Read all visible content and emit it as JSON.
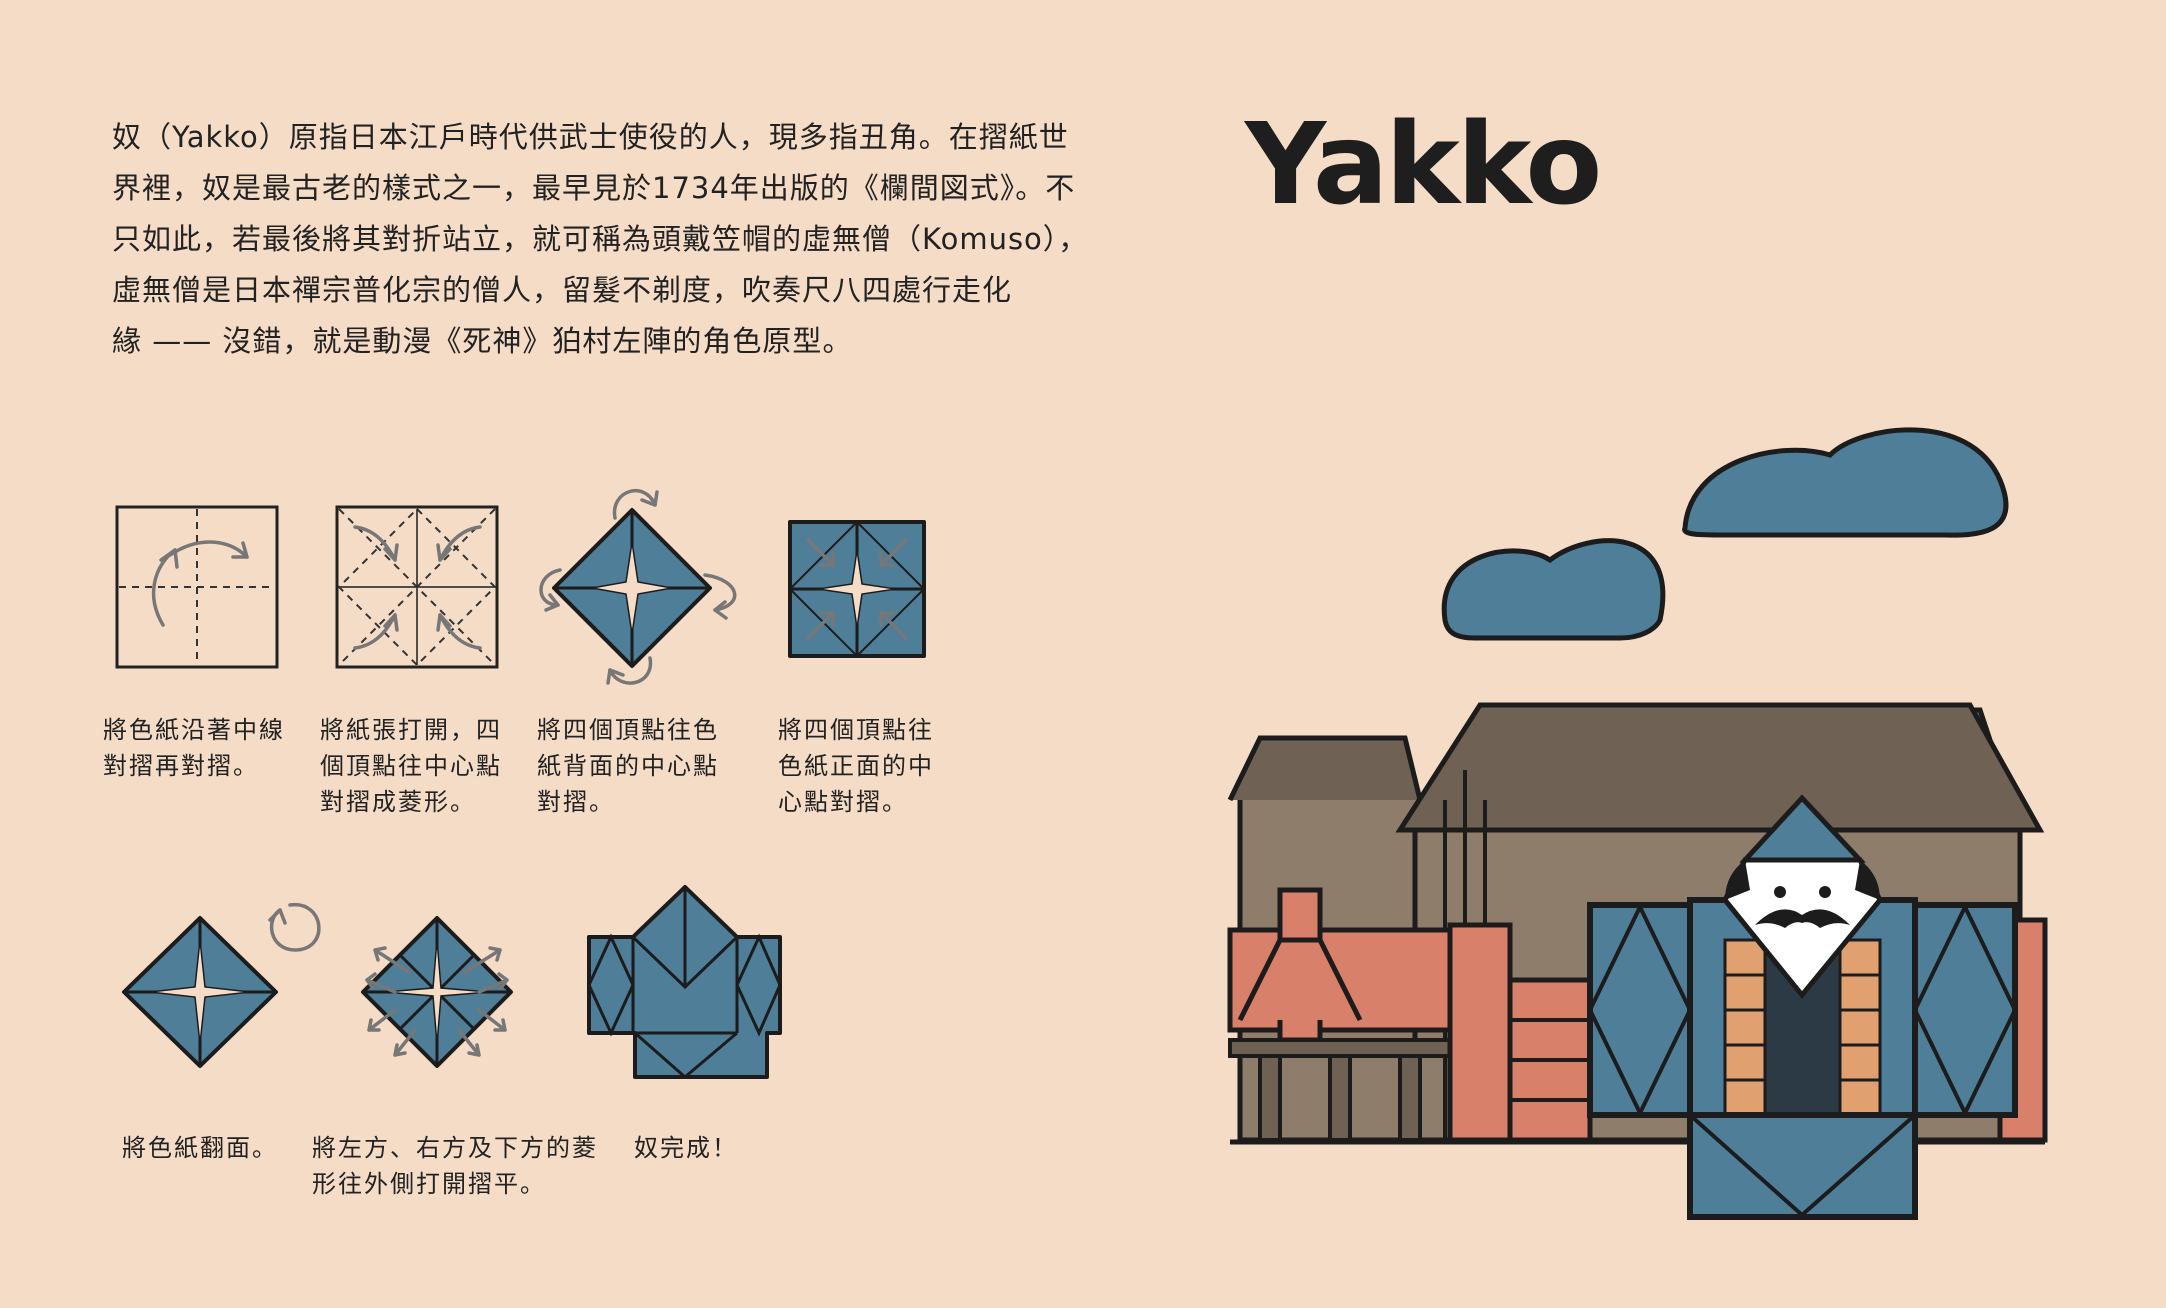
{
  "intro": {
    "lines": [
      "奴（Yakko）原指日本江戶時代供武士使役的人，現多指丑角。在摺紙世",
      "界裡，奴是最古老的樣式之一，最早見於1734年出版的《欄間図式》。不",
      "只如此，若最後將其對折站立，就可稱為頭戴笠帽的虛無僧（Komuso），",
      "虛無僧是日本禪宗普化宗的僧人，留髮不剃度，吹奏尺八四處行走化",
      "緣 —— 沒錯，就是動漫《死神》狛村左陣的角色原型。"
    ]
  },
  "title": "Yakko",
  "steps": [
    {
      "lines": [
        "將色紙沿著中線",
        "對摺再對摺。"
      ]
    },
    {
      "lines": [
        "將紙張打開，四",
        "個頂點往中心點",
        "對摺成菱形。"
      ]
    },
    {
      "lines": [
        "將四個頂點往色",
        "紙背面的中心點",
        "對摺。"
      ]
    },
    {
      "lines": [
        "將四個頂點往",
        "色紙正面的中",
        "心點對摺。"
      ]
    },
    {
      "lines": [
        "將色紙翻面。"
      ]
    },
    {
      "lines": [
        "將左方、右方及下方的菱",
        "形往外側打開摺平。"
      ]
    },
    {
      "lines": [
        "奴完成！"
      ]
    }
  ],
  "colors": {
    "background": "#f5dcc7",
    "paper_blue": "#4e7e98",
    "bridge_red": "#d9806a",
    "building_brown": "#8f7d6c",
    "roof_brown": "#6f6153"
  },
  "illustration": {
    "icons": [
      "cloud-icon",
      "building-icon",
      "bridge-icon",
      "yakko-figure-icon"
    ]
  }
}
